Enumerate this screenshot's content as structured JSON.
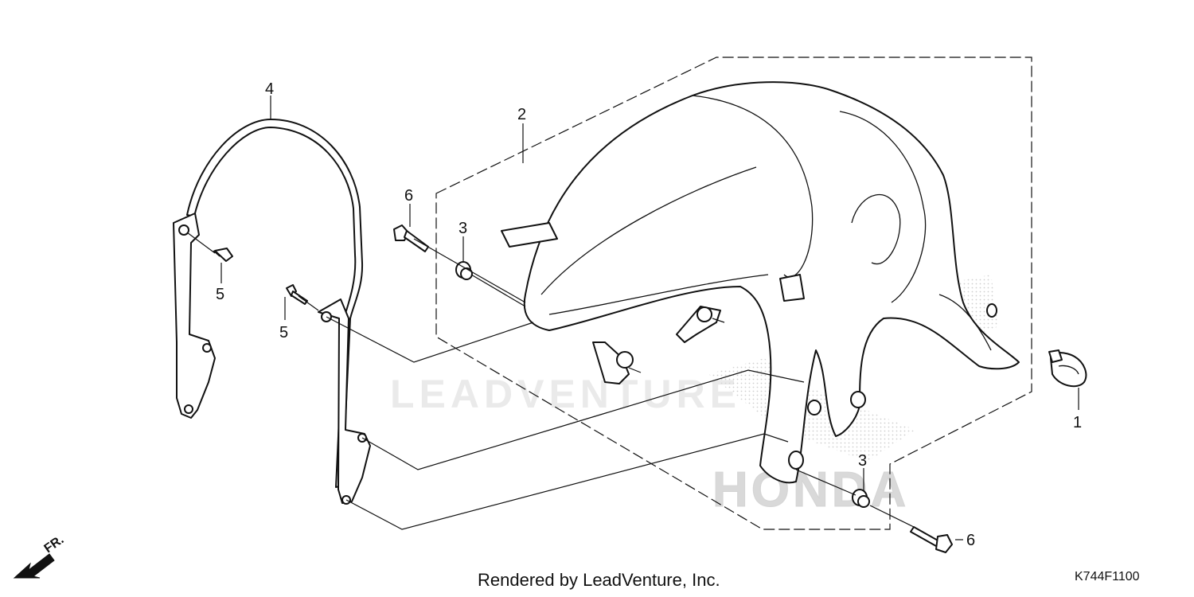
{
  "callouts": {
    "c1": "1",
    "c2": "2",
    "c3a": "3",
    "c3b": "3",
    "c4": "4",
    "c5a": "5",
    "c5b": "5",
    "c6a": "6",
    "c6b": "6"
  },
  "direction_label": "FR.",
  "footer": {
    "rendered_by": "Rendered by LeadVenture, Inc.",
    "diagram_code": "K744F1100"
  },
  "watermark": {
    "brand": "LEADVENTURE",
    "maker": "HONDA"
  },
  "colors": {
    "line": "#111111",
    "watermark": "#d9d9d9"
  }
}
